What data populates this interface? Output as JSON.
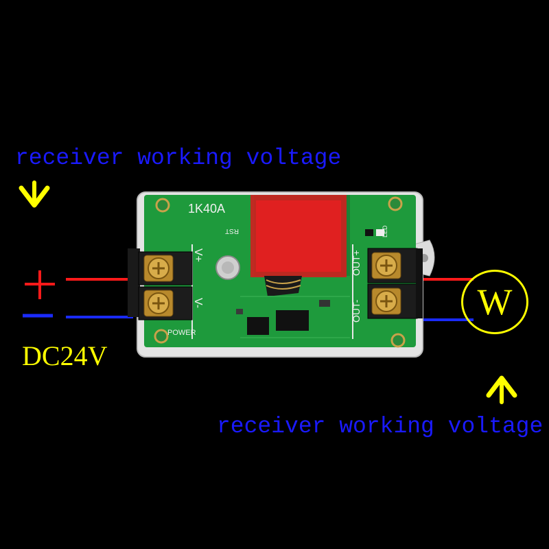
{
  "labels": {
    "top_voltage": "receiver working voltage",
    "bottom_voltage": "receiver working voltage",
    "supply": "DC24V",
    "load": "W"
  },
  "board": {
    "model": "1K40A",
    "terminal_in_pos": "V+",
    "terminal_in_neg": "V-",
    "terminal_out_pos": "OUT+",
    "terminal_out_neg": "OUT-",
    "power_label": "POWER",
    "led_label": "LED",
    "reset_label": "RST"
  },
  "icons": {
    "arrow_down": "arrow-down-icon",
    "arrow_up": "arrow-up-icon",
    "plus": "plus-sign-icon",
    "minus": "minus-sign-icon"
  },
  "colors": {
    "label_blue": "#1a1aff",
    "accent_yellow": "#ffff00",
    "wire_red": "#ff1a1a",
    "wire_blue": "#1a2bff",
    "pcb_green": "#1e9a3c",
    "enclosure": "#e6e6e6"
  }
}
